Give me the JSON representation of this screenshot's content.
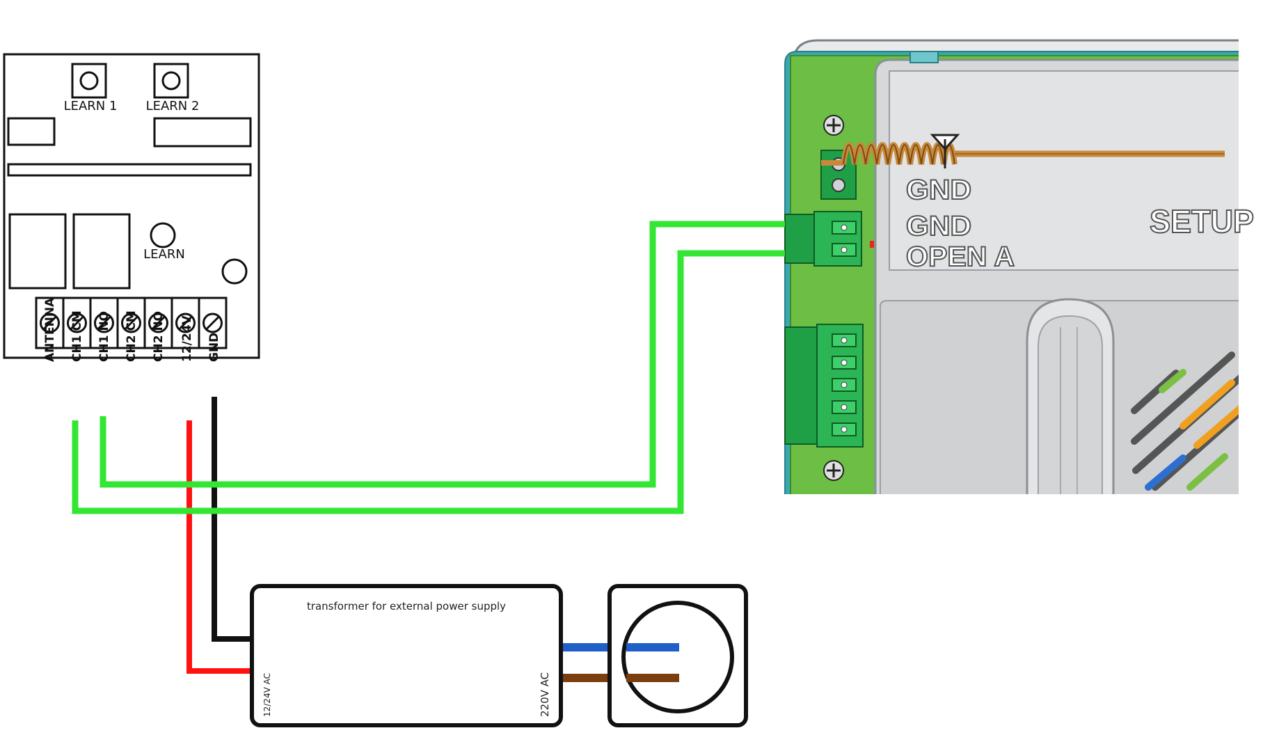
{
  "receiver": {
    "buttons": [
      "LEARN 1",
      "LEARN 2"
    ],
    "learn_label": "LEARN",
    "terminals": [
      "ANTENNA",
      "CH1 CM",
      "CH1 NO",
      "CH2 CM",
      "CH2 NO",
      "12/24V",
      "GND"
    ]
  },
  "control_unit": {
    "labels": [
      "GND",
      "GND",
      "OPEN A"
    ],
    "setup_label": "SETUP"
  },
  "transformer": {
    "title": "transformer for external power supply",
    "low_voltage_label": "12/24V AC",
    "mains_label": "220V AC"
  },
  "colors": {
    "signal": "#33e633",
    "power_positive": "#ff1111",
    "ground": "#111111",
    "mains_neutral": "#1f5fc8",
    "mains_live": "#7a3e0f",
    "board_green": "#6cbf44",
    "antenna_copper": "#c8893a"
  }
}
